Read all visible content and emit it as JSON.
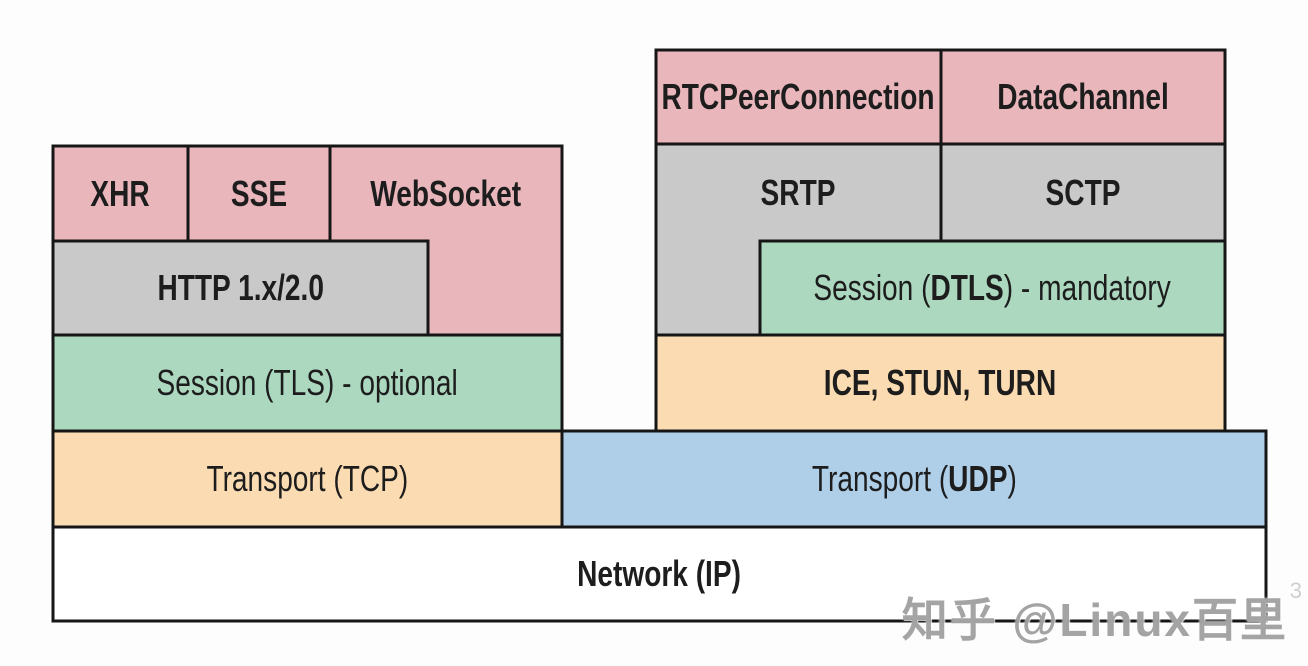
{
  "colors": {
    "pink": "#e9b6bb",
    "gray": "#c9c9c9",
    "green": "#abd8bf",
    "orange": "#fbdcb2",
    "blue": "#afcfe9",
    "white": "#ffffff",
    "border": "#161616"
  },
  "stacks": {
    "web": {
      "xhr": "XHR",
      "sse": "SSE",
      "websocket": "WebSocket",
      "http": "HTTP 1.x/2.0",
      "tls": "Session (TLS) - optional",
      "tcp": "Transport (TCP)"
    },
    "webrtc": {
      "rtc_peer_connection": "RTCPeerConnection",
      "data_channel": "DataChannel",
      "srtp": "SRTP",
      "sctp": "SCTP",
      "dtls": [
        {
          "t": "Session (",
          "b": false
        },
        {
          "t": "DTLS",
          "b": true
        },
        {
          "t": ") - mandatory",
          "b": false
        }
      ],
      "ice": "ICE, STUN, TURN",
      "udp": [
        {
          "t": "Transport (",
          "b": false
        },
        {
          "t": "UDP",
          "b": true
        },
        {
          "t": ")",
          "b": false
        }
      ]
    },
    "shared": {
      "network": "Network (IP)"
    }
  },
  "watermark": {
    "text": "知乎 @Linux百里",
    "artifact": "3"
  }
}
